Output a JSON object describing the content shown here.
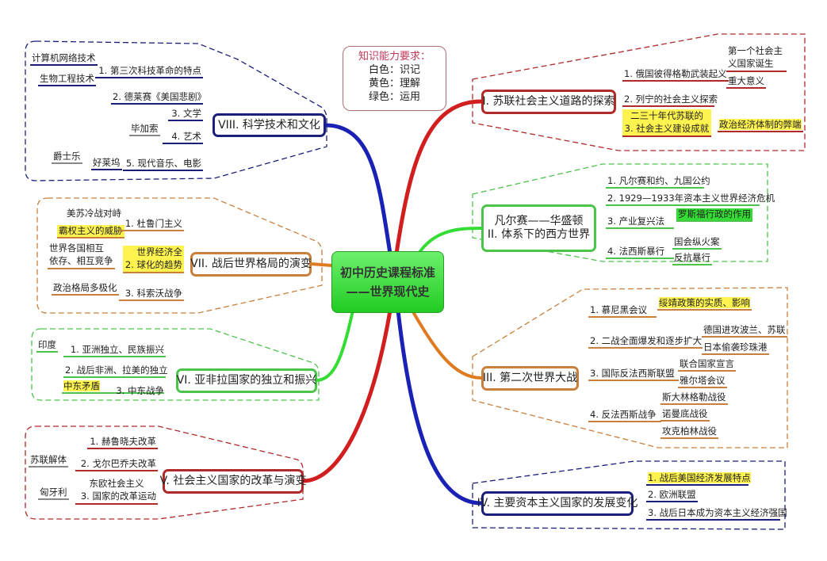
{
  "center": {
    "line1": "初中历史课程标准",
    "line2": "——世界现代史"
  },
  "legend": {
    "title": "知识能力要求：",
    "lines": [
      "白色：识记",
      "黄色：理解",
      "绿色：运用"
    ]
  },
  "colors": {
    "red": "#b02a2a",
    "green": "#4cc44c",
    "orange": "#c9803d",
    "navy": "#1b1f7a",
    "yellow": "#fff44f"
  },
  "b1": {
    "node": "I. 苏联社会主义道路的探索",
    "items": [
      "1. 俄国彼得格勒武装起义",
      "第一个社会主义国家诞生",
      "重大意义",
      "2. 列宁的社会主义探索",
      "二三十年代苏联的",
      "3. 社会主义建设成就",
      "政治经济体制的弊端"
    ]
  },
  "b2": {
    "node1": "凡尔赛——华盛顿",
    "node2": "II. 体系下的西方世界",
    "items": [
      "1. 凡尔赛和约、九国公约",
      "2. 1929—1933年资本主义世界经济危机",
      "3. 产业复兴法",
      "罗斯福行政的作用",
      "4. 法西斯暴行",
      "国会纵火案",
      "反抗暴行"
    ]
  },
  "b3": {
    "node": "III. 第二次世界大战",
    "items": [
      "1. 慕尼黑会议",
      "绥靖政策的实质、影响",
      "2. 二战全面爆发和逐步扩大",
      "德国进攻波兰、苏联",
      "日本偷袭珍珠港",
      "3. 国际反法西斯联盟",
      "联合国家宣言",
      "雅尔塔会议",
      "4. 反法西斯战争",
      "斯大林格勒战役",
      "诺曼底战役",
      "攻克柏林战役"
    ]
  },
  "b4": {
    "node": "IV. 主要资本主义国家的发展变化",
    "items": [
      "1. 战后美国经济发展特点",
      "2. 欧洲联盟",
      "3. 战后日本成为资本主义经济强国"
    ]
  },
  "b5": {
    "node": "V. 社会主义国家的改革与演变",
    "items": [
      "1. 赫鲁晓夫改革",
      "苏联解体",
      "2. 戈尔巴乔夫改革",
      "东欧社会主义",
      "3. 国家的改革运动",
      "匈牙利"
    ]
  },
  "b6": {
    "node": "VI. 亚非拉国家的独立和振兴",
    "items": [
      "印度",
      "1. 亚洲独立、民族振兴",
      "2. 战后非洲、拉美的独立",
      "中东矛盾",
      "3. 中东战争"
    ]
  },
  "b7": {
    "node": "VII. 战后世界格局的演变",
    "items": [
      "美苏冷战对峙",
      "霸权主义的威胁",
      "1. 杜鲁门主义",
      "世界各国相互",
      "依存、相互竞争",
      "世界经济全",
      "2. 球化的趋势",
      "政治格局多极化",
      "3. 科索沃战争"
    ]
  },
  "b8": {
    "node": "VIII. 科学技术和文化",
    "items": [
      "计算机网络技术",
      "生物工程技术",
      "1. 第三次科技革命的特点",
      "2. 德莱赛《美国悲剧》",
      "3. 文学",
      "毕加索",
      "4. 艺术",
      "爵士乐",
      "好莱坞",
      "5. 现代音乐、电影"
    ]
  }
}
